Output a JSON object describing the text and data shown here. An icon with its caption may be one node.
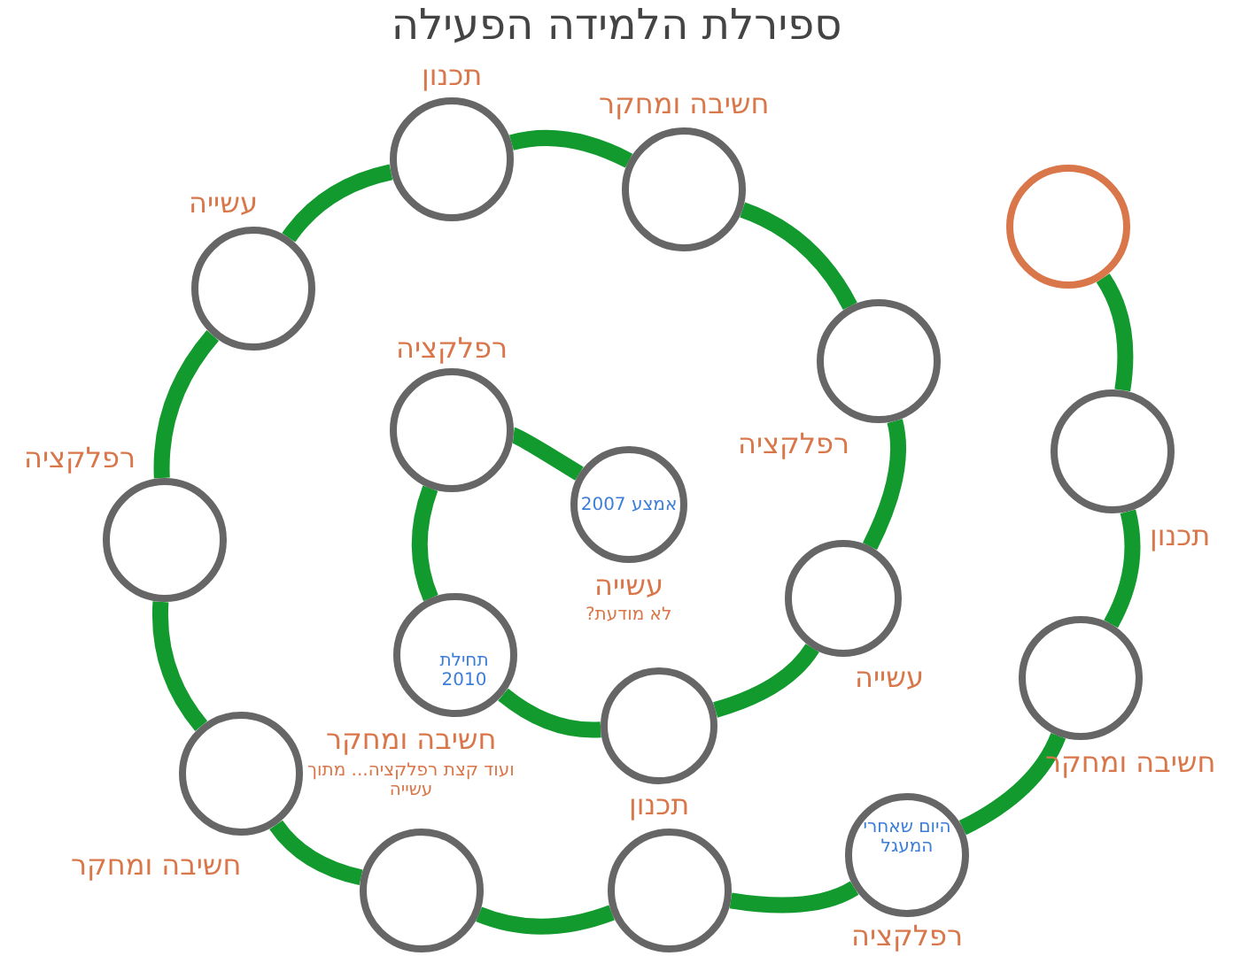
{
  "diagram": {
    "title": "ספירלת הלמידה הפעילה",
    "nodes": [
      {
        "text": [
          "אמצע 2007",
          "עשייה",
          "לא מודעת?"
        ]
      },
      {
        "text": [
          "רפלקציה"
        ]
      },
      {
        "text": [
          "תחילת 2010",
          "חשיבה ומחקר",
          "ועוד קצת רפלקציה... מתוך עשייה"
        ]
      },
      {
        "text": [
          "תכנון"
        ]
      },
      {
        "text": [
          "עשייה"
        ]
      },
      {
        "text": [
          "רפלקציה"
        ]
      },
      {
        "text": [
          "חשיבה ומחקר"
        ]
      },
      {
        "text": [
          "תכנון"
        ]
      },
      {
        "text": [
          "עשייה"
        ]
      },
      {
        "text": [
          "רפלקציה"
        ]
      },
      {
        "text": [
          "חשיבה ומחקר"
        ]
      },
      {
        "text": [],
        "shape": "circle"
      },
      {
        "text": [],
        "shape": "circle"
      },
      {
        "text": [
          "היום שאחרי המעגל",
          "רפלקציה"
        ]
      },
      {
        "text": [
          "חשיבה ומחקר"
        ]
      },
      {
        "text": [
          "תכנון"
        ]
      },
      {
        "text": [],
        "shape": "circle"
      }
    ],
    "edges": [
      {
        "from": 0,
        "to": 1,
        "arrow": "none"
      },
      {
        "from": 1,
        "to": 2,
        "arrow": "none"
      },
      {
        "from": 2,
        "to": 3,
        "arrow": "none"
      },
      {
        "from": 3,
        "to": 4,
        "arrow": "none"
      },
      {
        "from": 4,
        "to": 5,
        "arrow": "none"
      },
      {
        "from": 5,
        "to": 6,
        "arrow": "none"
      },
      {
        "from": 6,
        "to": 7,
        "arrow": "none"
      },
      {
        "from": 7,
        "to": 8,
        "arrow": "none"
      },
      {
        "from": 8,
        "to": 9,
        "arrow": "none"
      },
      {
        "from": 9,
        "to": 10,
        "arrow": "none"
      },
      {
        "from": 10,
        "to": 11,
        "arrow": "none"
      },
      {
        "from": 11,
        "to": 12,
        "arrow": "none"
      },
      {
        "from": 12,
        "to": 13,
        "arrow": "none"
      },
      {
        "from": 13,
        "to": 14,
        "arrow": "none"
      },
      {
        "from": 14,
        "to": 15,
        "arrow": "none"
      },
      {
        "from": 15,
        "to": 16,
        "arrow": "none"
      }
    ]
  }
}
